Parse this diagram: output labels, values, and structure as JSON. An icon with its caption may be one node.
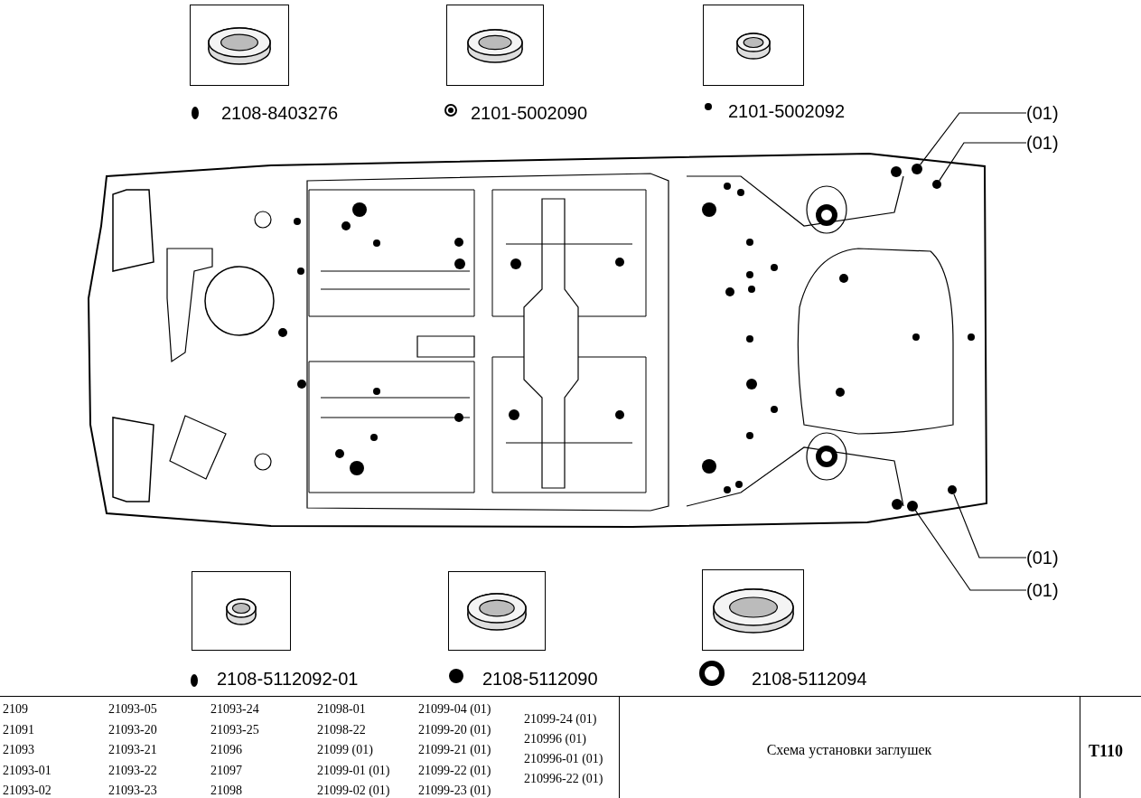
{
  "diagram": {
    "title": "Схема установки заглушек",
    "nodes": [
      {
        "text": [],
        "shape": "picture",
        "beside": [
          "2108-8403276"
        ]
      },
      {
        "text": [],
        "shape": "picture",
        "beside": [
          "2101-5002090"
        ]
      },
      {
        "text": [],
        "shape": "picture",
        "beside": [
          "2101-5002092"
        ]
      },
      {
        "text": [],
        "shape": "picture",
        "beside": [
          "2108-5112092-01"
        ]
      },
      {
        "text": [],
        "shape": "picture",
        "beside": [
          "2108-5112090"
        ]
      },
      {
        "text": [],
        "shape": "picture",
        "beside": [
          "2108-5112094"
        ]
      },
      {
        "text": [
          "(01)"
        ]
      },
      {
        "text": [
          "(01)"
        ]
      },
      {
        "text": [
          "(01)"
        ]
      },
      {
        "text": [
          "(01)"
        ]
      },
      {
        "text": [],
        "shape": "circle"
      },
      {
        "text": [],
        "shape": "circle"
      },
      {
        "text": [],
        "shape": "circle"
      },
      {
        "text": [],
        "shape": "circle"
      }
    ],
    "edges": [
      {
        "from": 6,
        "to": 10,
        "arrow": "none"
      },
      {
        "from": 7,
        "to": 11,
        "arrow": "none"
      },
      {
        "from": 8,
        "to": 12,
        "arrow": "none"
      },
      {
        "from": 9,
        "to": 13,
        "arrow": "none"
      }
    ],
    "labels": [
      "2109",
      "21093-05",
      "21093-24",
      "21098-01",
      "21099-04 (01)",
      "21091",
      "21093-20",
      "21093-25",
      "21098-22",
      "21099-20 (01)",
      "21093",
      "21093-21",
      "21096",
      "21099 (01)",
      "21099-21 (01)",
      "21093-01",
      "21093-22",
      "21097",
      "21099-01 (01)",
      "21099-22 (01)",
      "21093-02",
      "21093-23",
      "21098",
      "21099-02 (01)",
      "21099-23 (01)",
      "21099-24 (01)",
      "210996 (01)",
      "210996-01 (01)",
      "210996-22 (01)",
      "T110"
    ]
  }
}
